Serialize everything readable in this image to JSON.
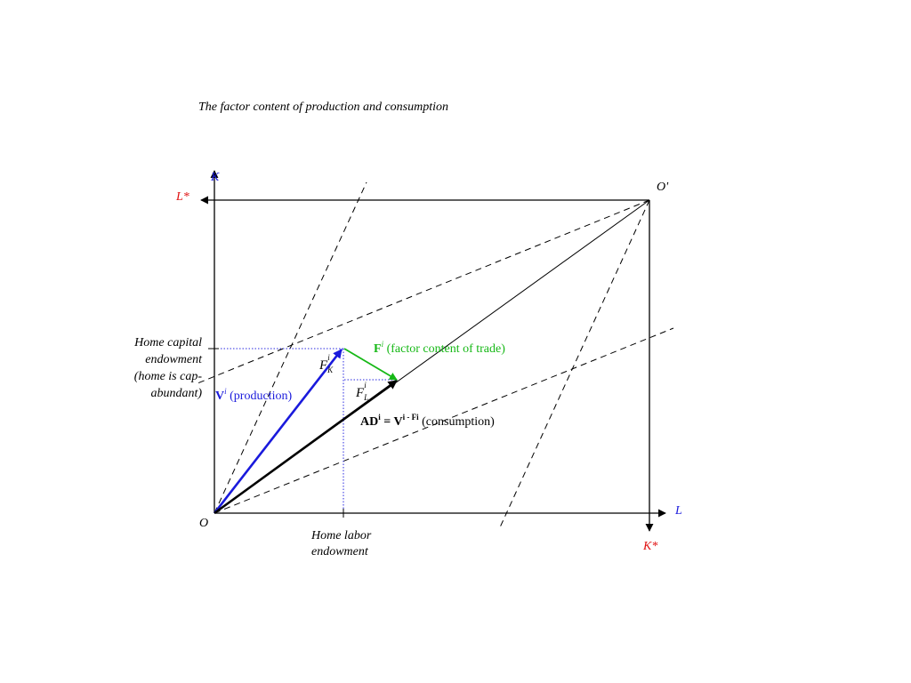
{
  "title": "The factor content of production and consumption",
  "axes": {
    "k_label": "K",
    "l_label": "L",
    "l_star_label": "L*",
    "k_star_label": "K*",
    "origin_label": "O",
    "origin_foreign_label": "O'"
  },
  "endowment_labels": {
    "capital_line1": "Home capital",
    "capital_line2": "endowment",
    "capital_line3": "(home is cap-",
    "capital_line4": "abundant)",
    "labor_line1": "Home labor",
    "labor_line2": "endowment"
  },
  "vectors": {
    "production_symbol": "V",
    "production_sup": "i",
    "production_text": " (production)",
    "trade_symbol": "F",
    "trade_sup": "i",
    "trade_text": " (factor content of trade)",
    "consumption_prefix": "AD",
    "consumption_sup1": "i",
    "consumption_eq": " = V",
    "consumption_sup2": "i",
    "consumption_minus": " - F",
    "consumption_sup3": "i",
    "consumption_text": " (consumption)",
    "fk_symbol": "F",
    "fk_sub": "K",
    "fk_sup": "i",
    "fl_symbol": "F",
    "fl_sub": "L",
    "fl_sup": "i"
  },
  "colors": {
    "axis": "#000000",
    "production": "#1a1adc",
    "trade": "#16b816",
    "consumption": "#000000",
    "foreign_labels": "#e01010",
    "home_axis_labels": "#1a1adc",
    "dotted_guides": "#2a2ae0"
  }
}
